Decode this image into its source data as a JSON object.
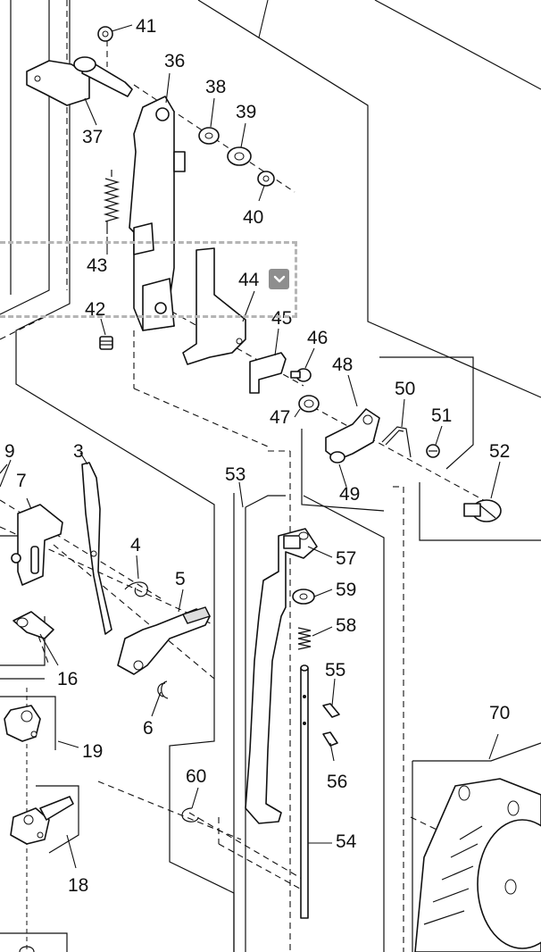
{
  "labels": {
    "p3": "3",
    "p4": "4",
    "p5": "5",
    "p6": "6",
    "p7": "7",
    "p9": "9",
    "p16": "16",
    "p18": "18",
    "p19": "19",
    "p36": "36",
    "p37": "37",
    "p38": "38",
    "p39": "39",
    "p40": "40",
    "p41": "41",
    "p42": "42",
    "p43": "43",
    "p44": "44",
    "p45": "45",
    "p46": "46",
    "p47": "47",
    "p48": "48",
    "p49": "49",
    "p50": "50",
    "p51": "51",
    "p52": "52",
    "p53": "53",
    "p54": "54",
    "p55": "55",
    "p56": "56",
    "p57": "57",
    "p58": "58",
    "p59": "59",
    "p60": "60",
    "p70": "70"
  },
  "selection": {
    "label": "44",
    "dropdown_icon": "chevron-down-icon"
  }
}
